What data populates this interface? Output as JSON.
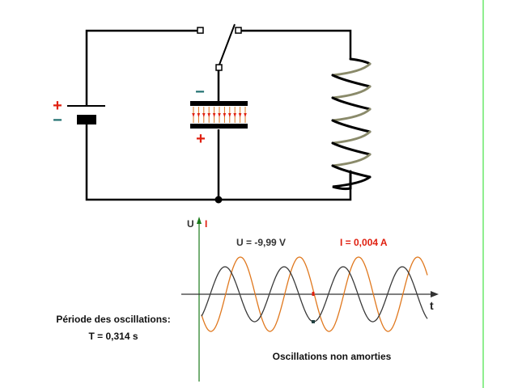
{
  "circuit": {
    "battery_plus": "+",
    "battery_minus": "−",
    "capacitor_top_sign": "−",
    "capacitor_bottom_sign": "+"
  },
  "graph": {
    "y_axis_label_u": "U",
    "y_axis_label_i": "I",
    "x_axis_label": "t",
    "voltage_readout": "U = -9,99 V",
    "current_readout": "I = 0,004 A",
    "caption": "Oscillations non amorties"
  },
  "period": {
    "label": "Période des oscillations:",
    "value": "T = 0,314 s"
  },
  "colors": {
    "wire": "#000000",
    "voltage_curve": "#3a3a3a",
    "current_curve": "#e0781e",
    "plus_sign": "#e02010",
    "minus_sign": "#207070",
    "coil_back": "#8a8a6a",
    "border_line": "#22dd22"
  }
}
